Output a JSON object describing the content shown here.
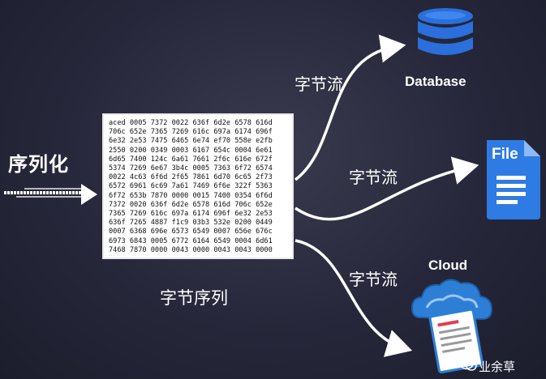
{
  "labels": {
    "serialize": "序列化",
    "byte_sequence": "字节序列",
    "stream_to_database": "字节流",
    "stream_to_file": "字节流",
    "stream_to_cloud": "字节流"
  },
  "destinations": {
    "database": "Database",
    "file": "File",
    "cloud": "Cloud"
  },
  "hex_dump": [
    "aced 0005 7372 0022 636f 6d2e 6578 616d",
    "706c 652e 7365 7269 616c 697a 6174 696f",
    "6e32 2e53 7475 6465 6e74 ef70 558e e2fb",
    "2550 0200 0349 0003 6167 654c 0004 6e61",
    "6d65 7400 124c 6a61 7661 2f6c 616e 672f",
    "5374 7269 6e67 3b4c 0005 7363 6f72 6574",
    "0022 4c63 6f6d 2f65 7861 6d70 6c65 2f73",
    "6572 6961 6c69 7a61 7469 6f6e 322f 5363",
    "6f72 653b 7870 0000 0015 7400 0354 6f6d",
    "7372 0020 636f 6d2e 6578 616d 706c 652e",
    "7365 7269 616c 697a 6174 696f 6e32 2e53",
    "636f 7265 4887 f1c9 03b3 532e 0200 0449",
    "0007 6368 696e 6573 6549 0007 656e 676c",
    "6973 6843 0005 6772 6164 6549 0004 6d61",
    "7468 7870 0000 0043 0000 0043 0043 0000"
  ],
  "watermark": "业余草",
  "colors": {
    "background": "#26273a",
    "database_icon": "#2a6fdb",
    "file_icon": "#2f7be4",
    "cloud_icon": "#2d7fd6",
    "document_accent": "#e0404f"
  }
}
